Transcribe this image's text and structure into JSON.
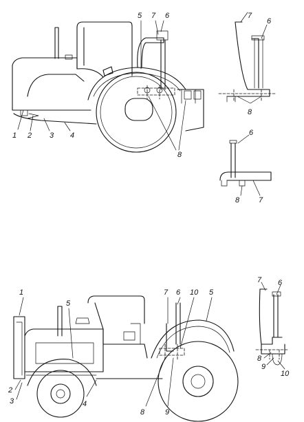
{
  "figure_top": {
    "labels": [
      "1",
      "2",
      "3",
      "4",
      "5",
      "7",
      "6",
      "8"
    ]
  },
  "detail_top_right": {
    "labels": [
      "7",
      "6",
      "8"
    ]
  },
  "detail_middle_right": {
    "labels": [
      "6",
      "8",
      "7"
    ]
  },
  "figure_bottom": {
    "labels": [
      "1",
      "5",
      "2",
      "3",
      "4",
      "8",
      "9",
      "7",
      "6",
      "10",
      "5"
    ]
  },
  "detail_bottom_right": {
    "labels": [
      "7",
      "6",
      "8",
      "9",
      "10"
    ]
  },
  "colors": {
    "ink": "#111111",
    "paper": "#ffffff"
  }
}
